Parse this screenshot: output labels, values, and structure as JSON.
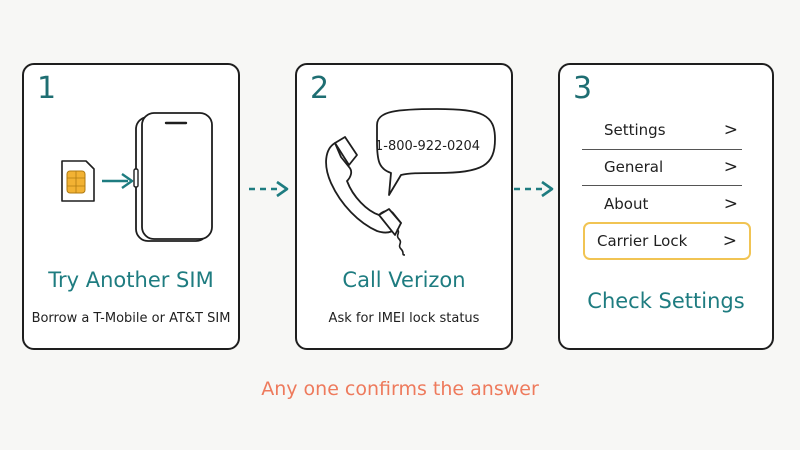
{
  "steps": [
    {
      "number": "1",
      "title": "Try Another SIM",
      "subtitle": "Borrow a T-Mobile or AT&T SIM",
      "icons": [
        "sim-card-icon",
        "arrow-right-icon",
        "smartphone-icon"
      ]
    },
    {
      "number": "2",
      "title": "Call Verizon",
      "subtitle": "Ask for IMEI lock status",
      "phone_number": "1-800-922-0204",
      "icons": [
        "phone-handset-icon",
        "speech-bubble-icon"
      ]
    },
    {
      "number": "3",
      "title": "Check Settings",
      "menu": [
        {
          "label": "Settings",
          "chevron": ">"
        },
        {
          "label": "General",
          "chevron": ">"
        },
        {
          "label": "About",
          "chevron": ">"
        },
        {
          "label": "Carrier Lock",
          "chevron": ">",
          "highlighted": true
        }
      ]
    }
  ],
  "footer": "Any one confirms the answer",
  "colors": {
    "teal": "#1e7c80",
    "highlight": "#f1c453",
    "footer": "#ee7a5c",
    "sim_chip": "#f2b233"
  }
}
